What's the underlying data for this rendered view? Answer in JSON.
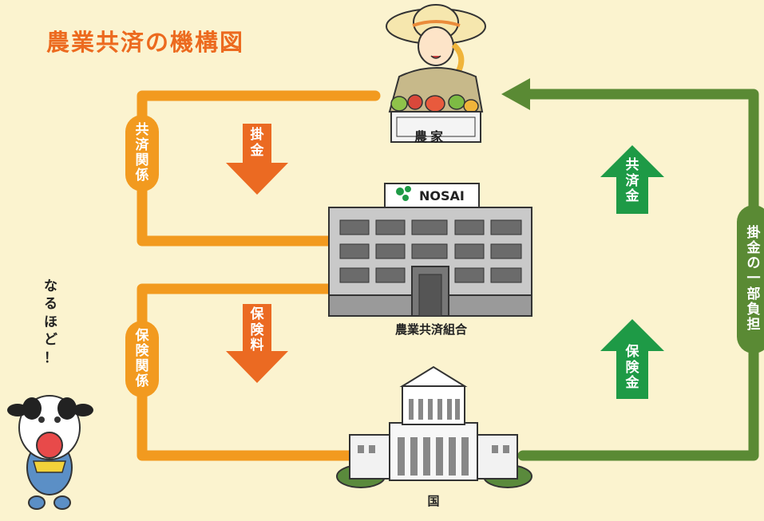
{
  "title": "農業共済の機構図",
  "nodes": {
    "farmer_box_label": "農家",
    "nosai_logo": "NOSAI",
    "association": "農業共済組合",
    "government": "国"
  },
  "edges": {
    "kyosai_kankei": "共済関係",
    "hoken_kankei": "保険関係",
    "kakekin_no_ichibu_futan": "掛金の一部負担"
  },
  "flows": {
    "kakekin": "掛金",
    "hokenryo": "保険料",
    "kyosaikin": "共済金",
    "hokenkin": "保険金"
  },
  "mascot_text": "なるほど！",
  "colors": {
    "orange_line": "#f29a1f",
    "orange_arrow": "#eb6a22",
    "green_line": "#5a8a34",
    "green_arrow": "#1e9a46",
    "background": "#fbf3cf",
    "title": "#ec6a1f"
  }
}
